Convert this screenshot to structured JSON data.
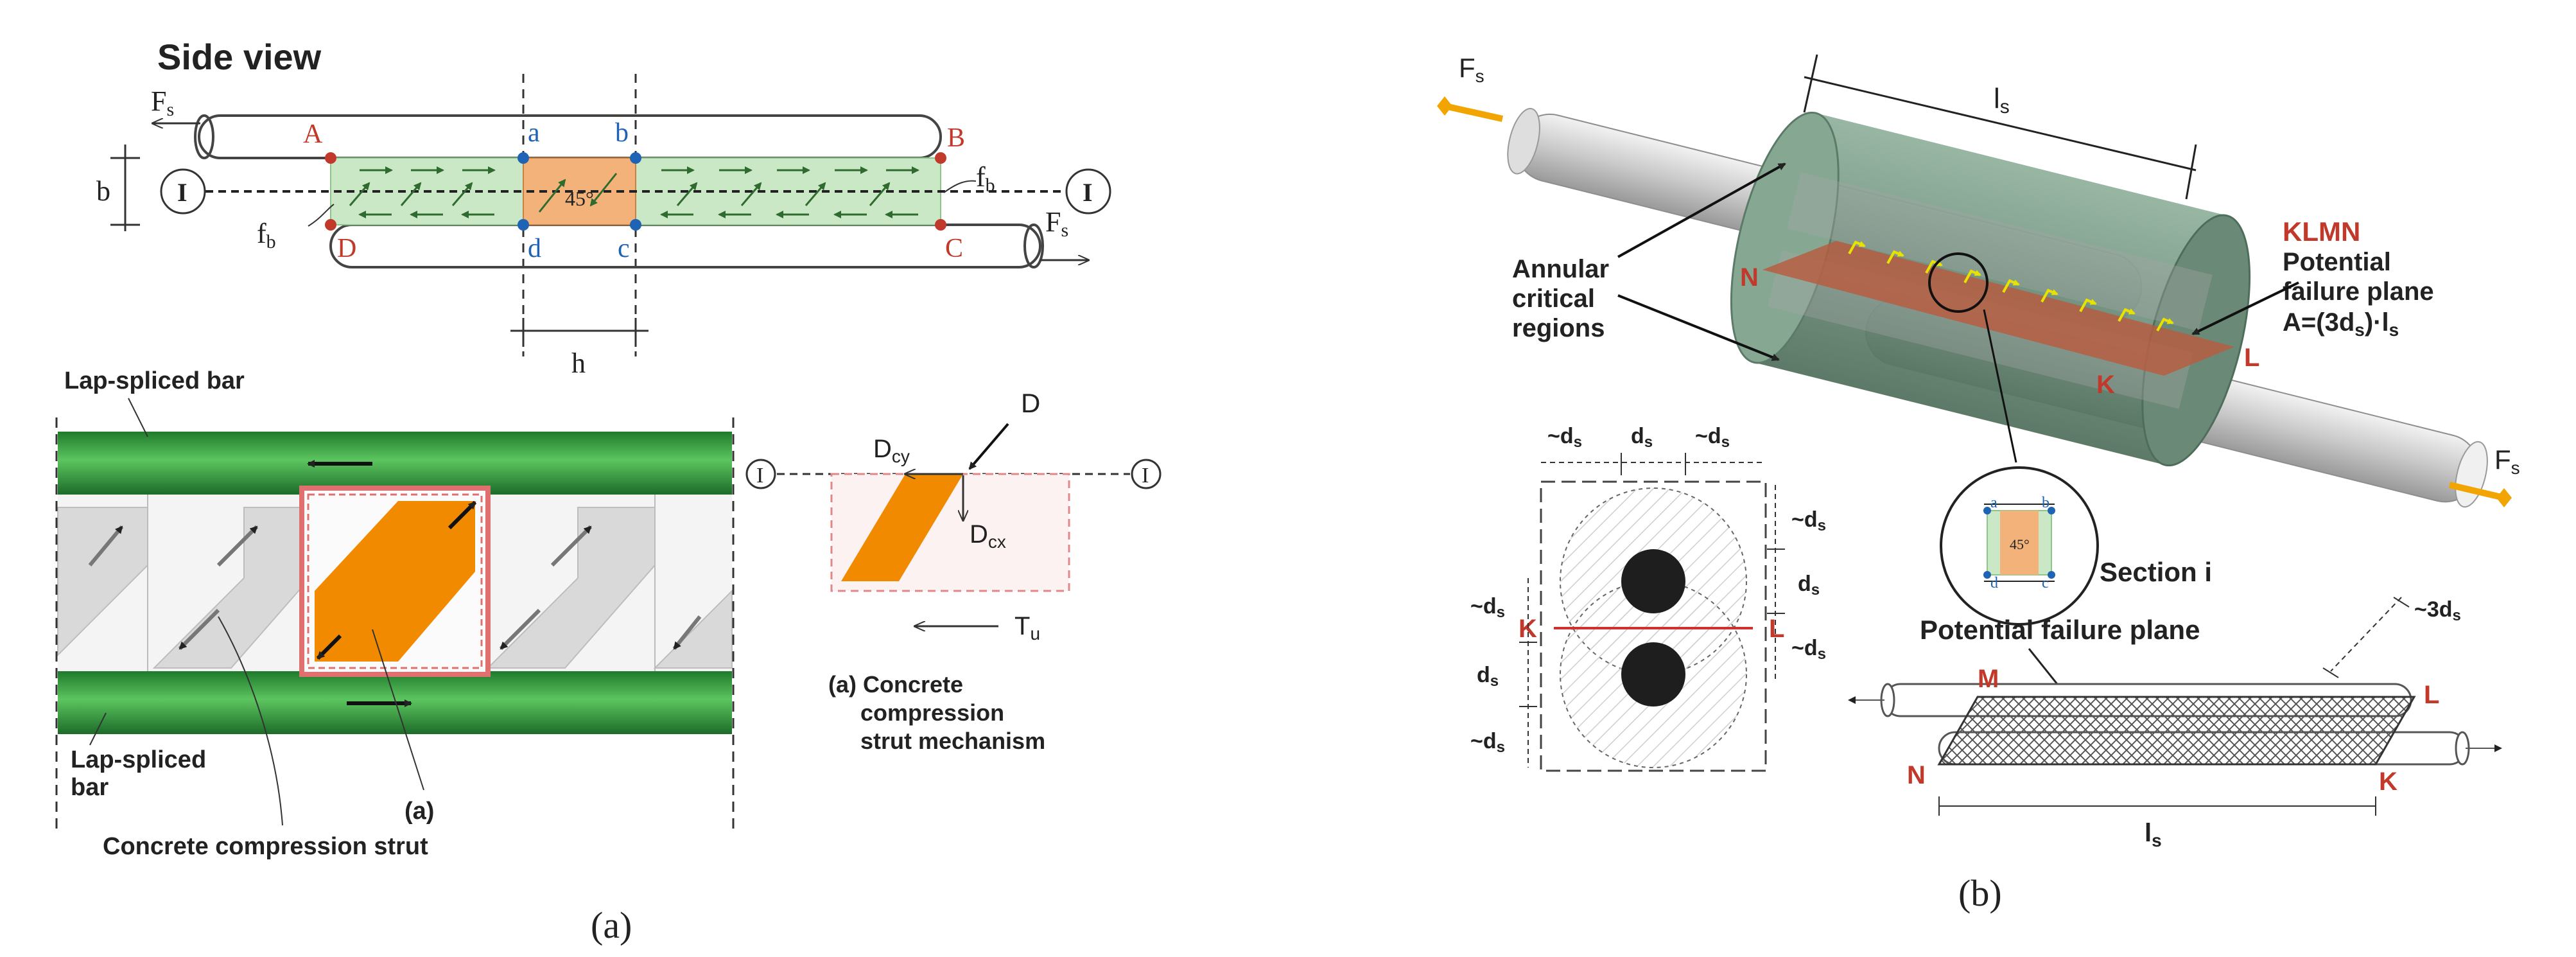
{
  "panel_a": {
    "side_view": {
      "title": "Side view",
      "force_top": "F",
      "force_top_sub": "s",
      "force_bottom": "F",
      "force_bottom_sub": "s",
      "point_A": "A",
      "point_B": "B",
      "point_C": "C",
      "point_D": "D",
      "point_a": "a",
      "point_b": "b",
      "point_c": "c",
      "point_d": "d",
      "section_marker": "I",
      "dim_b": "b",
      "dim_h": "h",
      "bond_left": "f",
      "bond_left_sub": "b",
      "bond_right": "f",
      "bond_right_sub": "b",
      "angle": "45°"
    },
    "strut": {
      "lap_bar_top": "Lap-spliced bar",
      "lap_bar_bottom_line1": "Lap-spliced",
      "lap_bar_bottom_line2": "bar",
      "strut_label": "Concrete compression strut",
      "callout": "(a)"
    },
    "mechanism": {
      "marker": "I",
      "D": "D",
      "Dcy": "D",
      "Dcy_sub": "cy",
      "Dcx": "D",
      "Dcx_sub": "cx",
      "Tu": "T",
      "Tu_sub": "u",
      "caption_line1": "(a)  Concrete",
      "caption_line2": "compression",
      "caption_line3": "strut mechanism"
    },
    "caption": "(a)"
  },
  "panel_b": {
    "force_left": "F",
    "force_left_sub": "s",
    "force_right": "F",
    "force_right_sub": "s",
    "length": "l",
    "length_sub": "s",
    "annular_line1": "Annular",
    "annular_line2": "critical",
    "annular_line3": "regions",
    "klmn_title": "KLMN",
    "klmn_line1": "Potential",
    "klmn_line2": "failure plane",
    "klmn_line3": "A=(3d",
    "klmn_line3_sub": "s",
    "klmn_line3_end": ")·l",
    "klmn_line3_sub2": "s",
    "point_N": "N",
    "point_K": "K",
    "point_L": "L",
    "point_M": "M",
    "section_label": "Section i",
    "mini_a": "a",
    "mini_b": "b",
    "mini_c": "c",
    "mini_d": "d",
    "mini_angle": "45°",
    "ds": "d",
    "ds_sub": "s",
    "approx": "~d",
    "approx_3": "~3d",
    "failure_plane": "Potential failure plane",
    "caption": "(b)",
    "colors": {
      "red_label": "#c0392b",
      "cylinder_green": "#6e8f7c",
      "bar_green": "#2e9b3e",
      "strut_orange": "#f28a00"
    }
  }
}
